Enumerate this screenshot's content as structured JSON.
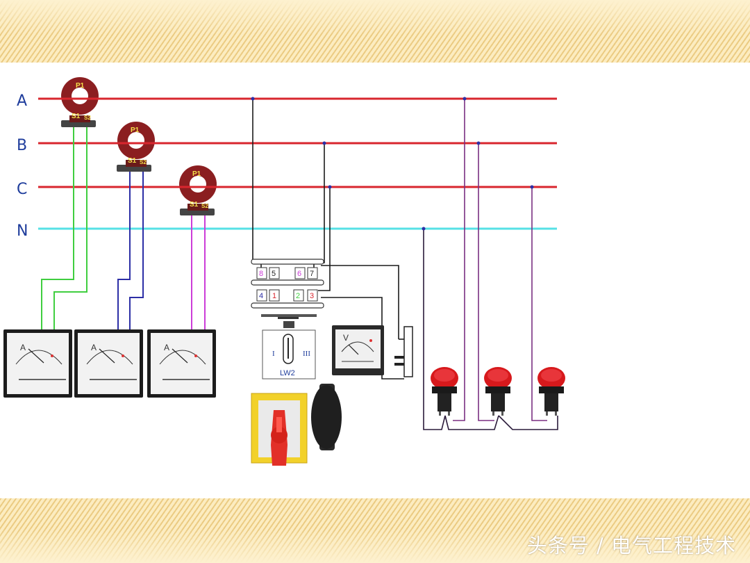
{
  "bus_labels": [
    "A",
    "B",
    "C",
    "N"
  ],
  "current_transformers": [
    {
      "primary": "P1",
      "s1": "S1",
      "s2": "S2"
    },
    {
      "primary": "P1",
      "s1": "S1",
      "s2": "S2"
    },
    {
      "primary": "P1",
      "s1": "S1",
      "s2": "S2"
    }
  ],
  "ammeters": [
    {
      "unit": "A"
    },
    {
      "unit": "A"
    },
    {
      "unit": "A"
    }
  ],
  "voltmeter": {
    "unit": "V"
  },
  "selector_switch": {
    "label": "LW2",
    "pos_left": "I",
    "pos_right": "III",
    "upper_terminals": [
      "8",
      "5",
      "6",
      "7"
    ],
    "lower_terminals": [
      "4",
      "1",
      "2",
      "3"
    ]
  },
  "indicator_lamp_count": 3,
  "colors": {
    "phase_bus": "#d8262e",
    "neutral_bus": "#56e1e6",
    "ct_a_wires": "#3fce3f",
    "ct_b_wires": "#2c2ea6",
    "ct_c_wires": "#cc3cd8",
    "control_wire": "#1a1a1a",
    "lamp_wire": "#7a2f82"
  },
  "watermark": "头条号 / 电气工程技术"
}
